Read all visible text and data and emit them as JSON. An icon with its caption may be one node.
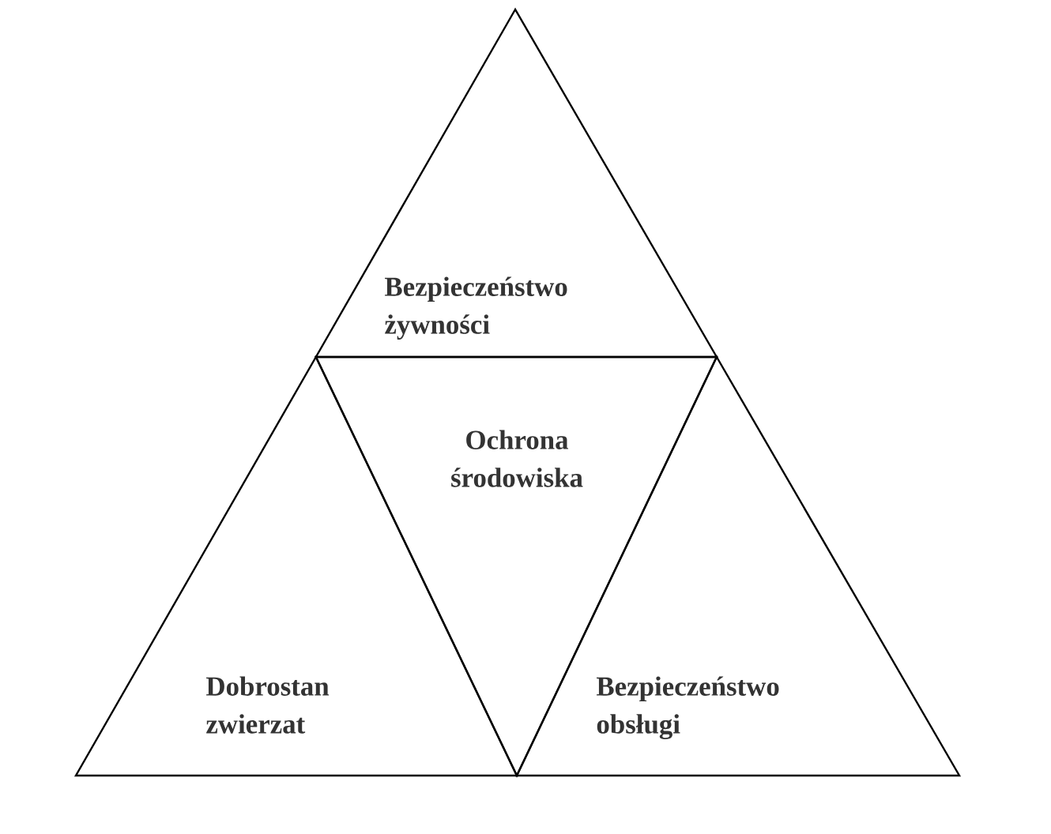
{
  "diagram": {
    "nodes": [
      {
        "text": [
          "Bezpieczeństwo żywności"
        ]
      },
      {
        "text": [
          "Ochrona środowiska"
        ]
      },
      {
        "text": [
          "Dobrostan zwierzat"
        ]
      },
      {
        "text": [
          "Bezpieczeństwo obsługi"
        ]
      }
    ]
  }
}
